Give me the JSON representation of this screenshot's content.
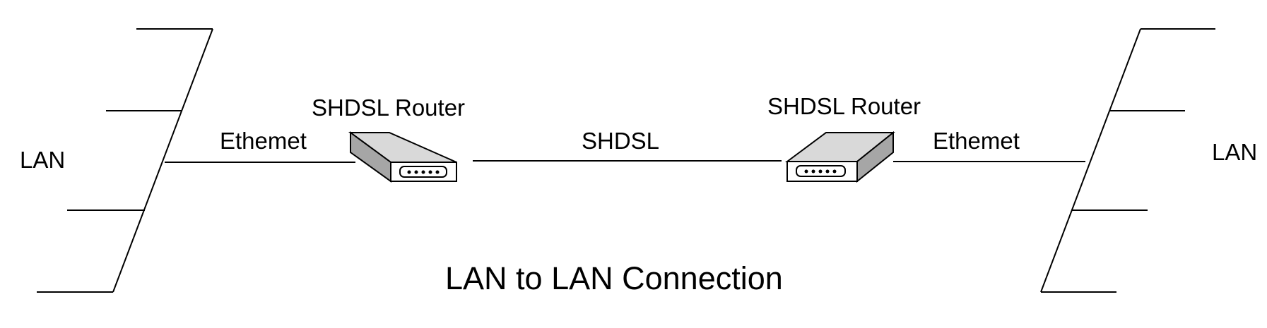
{
  "diagram": {
    "title": "LAN to LAN Connection",
    "left": {
      "lan_label": "LAN",
      "link_label": "Ethemet",
      "device_label": "SHDSL Router"
    },
    "middle": {
      "link_label": "SHDSL"
    },
    "right": {
      "lan_label": "LAN",
      "link_label": "Ethemet",
      "device_label": "SHDSL Router"
    },
    "colors": {
      "line": "#000000",
      "device_top": "#d9d9d9",
      "device_side": "#a6a6a6",
      "device_front": "#ffffff"
    },
    "icons": {
      "router": "router-icon",
      "lan_bus": "lan-bus-icon"
    }
  }
}
